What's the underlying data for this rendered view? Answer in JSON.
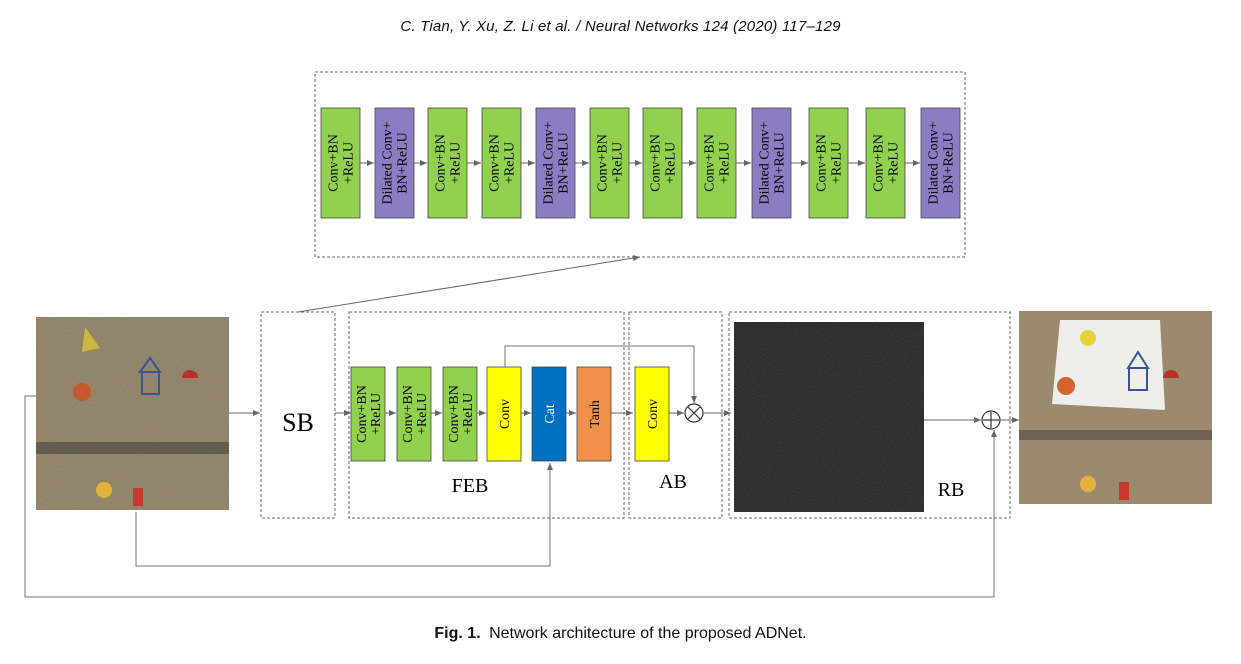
{
  "header": {
    "running_head": "C. Tian, Y. Xu, Z. Li et al. / Neural Networks 124 (2020) 117–129"
  },
  "figure": {
    "top_layers": [
      {
        "line1": "Conv+BN",
        "line2": "+ReLU",
        "kind": "conv"
      },
      {
        "line1": "Dilated Conv+",
        "line2": "BN+ReLU",
        "kind": "dilated"
      },
      {
        "line1": "Conv+BN",
        "line2": "+ReLU",
        "kind": "conv"
      },
      {
        "line1": "Conv+BN",
        "line2": "+ReLU",
        "kind": "conv"
      },
      {
        "line1": "Dilated Conv+",
        "line2": "BN+ReLU",
        "kind": "dilated"
      },
      {
        "line1": "Conv+BN",
        "line2": "+ReLU",
        "kind": "conv"
      },
      {
        "line1": "Conv+BN",
        "line2": "+ReLU",
        "kind": "conv"
      },
      {
        "line1": "Conv+BN",
        "line2": "+ReLU",
        "kind": "conv"
      },
      {
        "line1": "Dilated Conv+",
        "line2": "BN+ReLU",
        "kind": "dilated"
      },
      {
        "line1": "Conv+BN",
        "line2": "+ReLU",
        "kind": "conv"
      },
      {
        "line1": "Conv+BN",
        "line2": "+ReLU",
        "kind": "conv"
      },
      {
        "line1": "Dilated Conv+",
        "line2": "BN+ReLU",
        "kind": "dilated"
      }
    ],
    "sb_label": "SB",
    "feb_label": "FEB",
    "ab_label": "AB",
    "rb_label": "RB",
    "feb_layers": [
      {
        "line1": "Conv+BN",
        "line2": "+ReLU"
      },
      {
        "line1": "Conv+BN",
        "line2": "+ReLU"
      },
      {
        "line1": "Conv+BN",
        "line2": "+ReLU"
      }
    ],
    "feb_conv": "Conv",
    "feb_cat": "Cat",
    "feb_tanh": "Tanh",
    "ab_conv": "Conv",
    "colors": {
      "conv": "#92d050",
      "dilated": "#8e7cc3",
      "yellow": "#ffff00",
      "cat": "#0070c0",
      "tanh": "#f0904a",
      "line": "#777777"
    }
  },
  "caption": {
    "label": "Fig. 1.",
    "text": "Network architecture of the proposed ADNet."
  }
}
